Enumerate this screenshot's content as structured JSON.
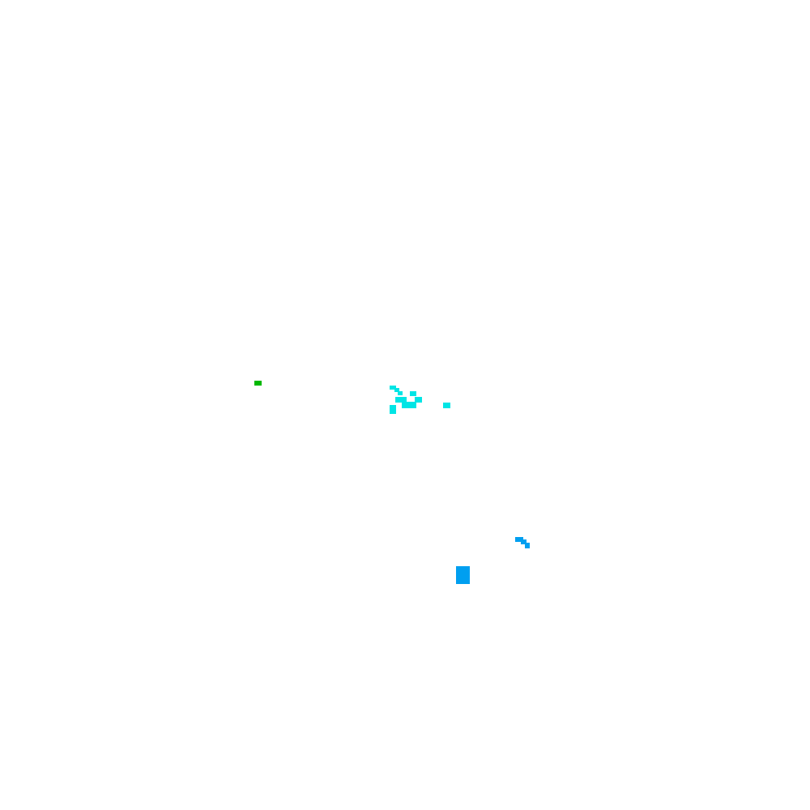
{
  "background_color": "#ffffff",
  "palette": {
    "green": "#00b800",
    "cyan": "#00e5e5",
    "blue": "#009ff0"
  },
  "clusters": [
    {
      "name": "green-speck",
      "color": "green"
    },
    {
      "name": "cyan-cluster",
      "color": "cyan"
    },
    {
      "name": "cyan-speck",
      "color": "cyan"
    },
    {
      "name": "blue-hook",
      "color": "blue"
    },
    {
      "name": "blue-block",
      "color": "blue"
    }
  ]
}
